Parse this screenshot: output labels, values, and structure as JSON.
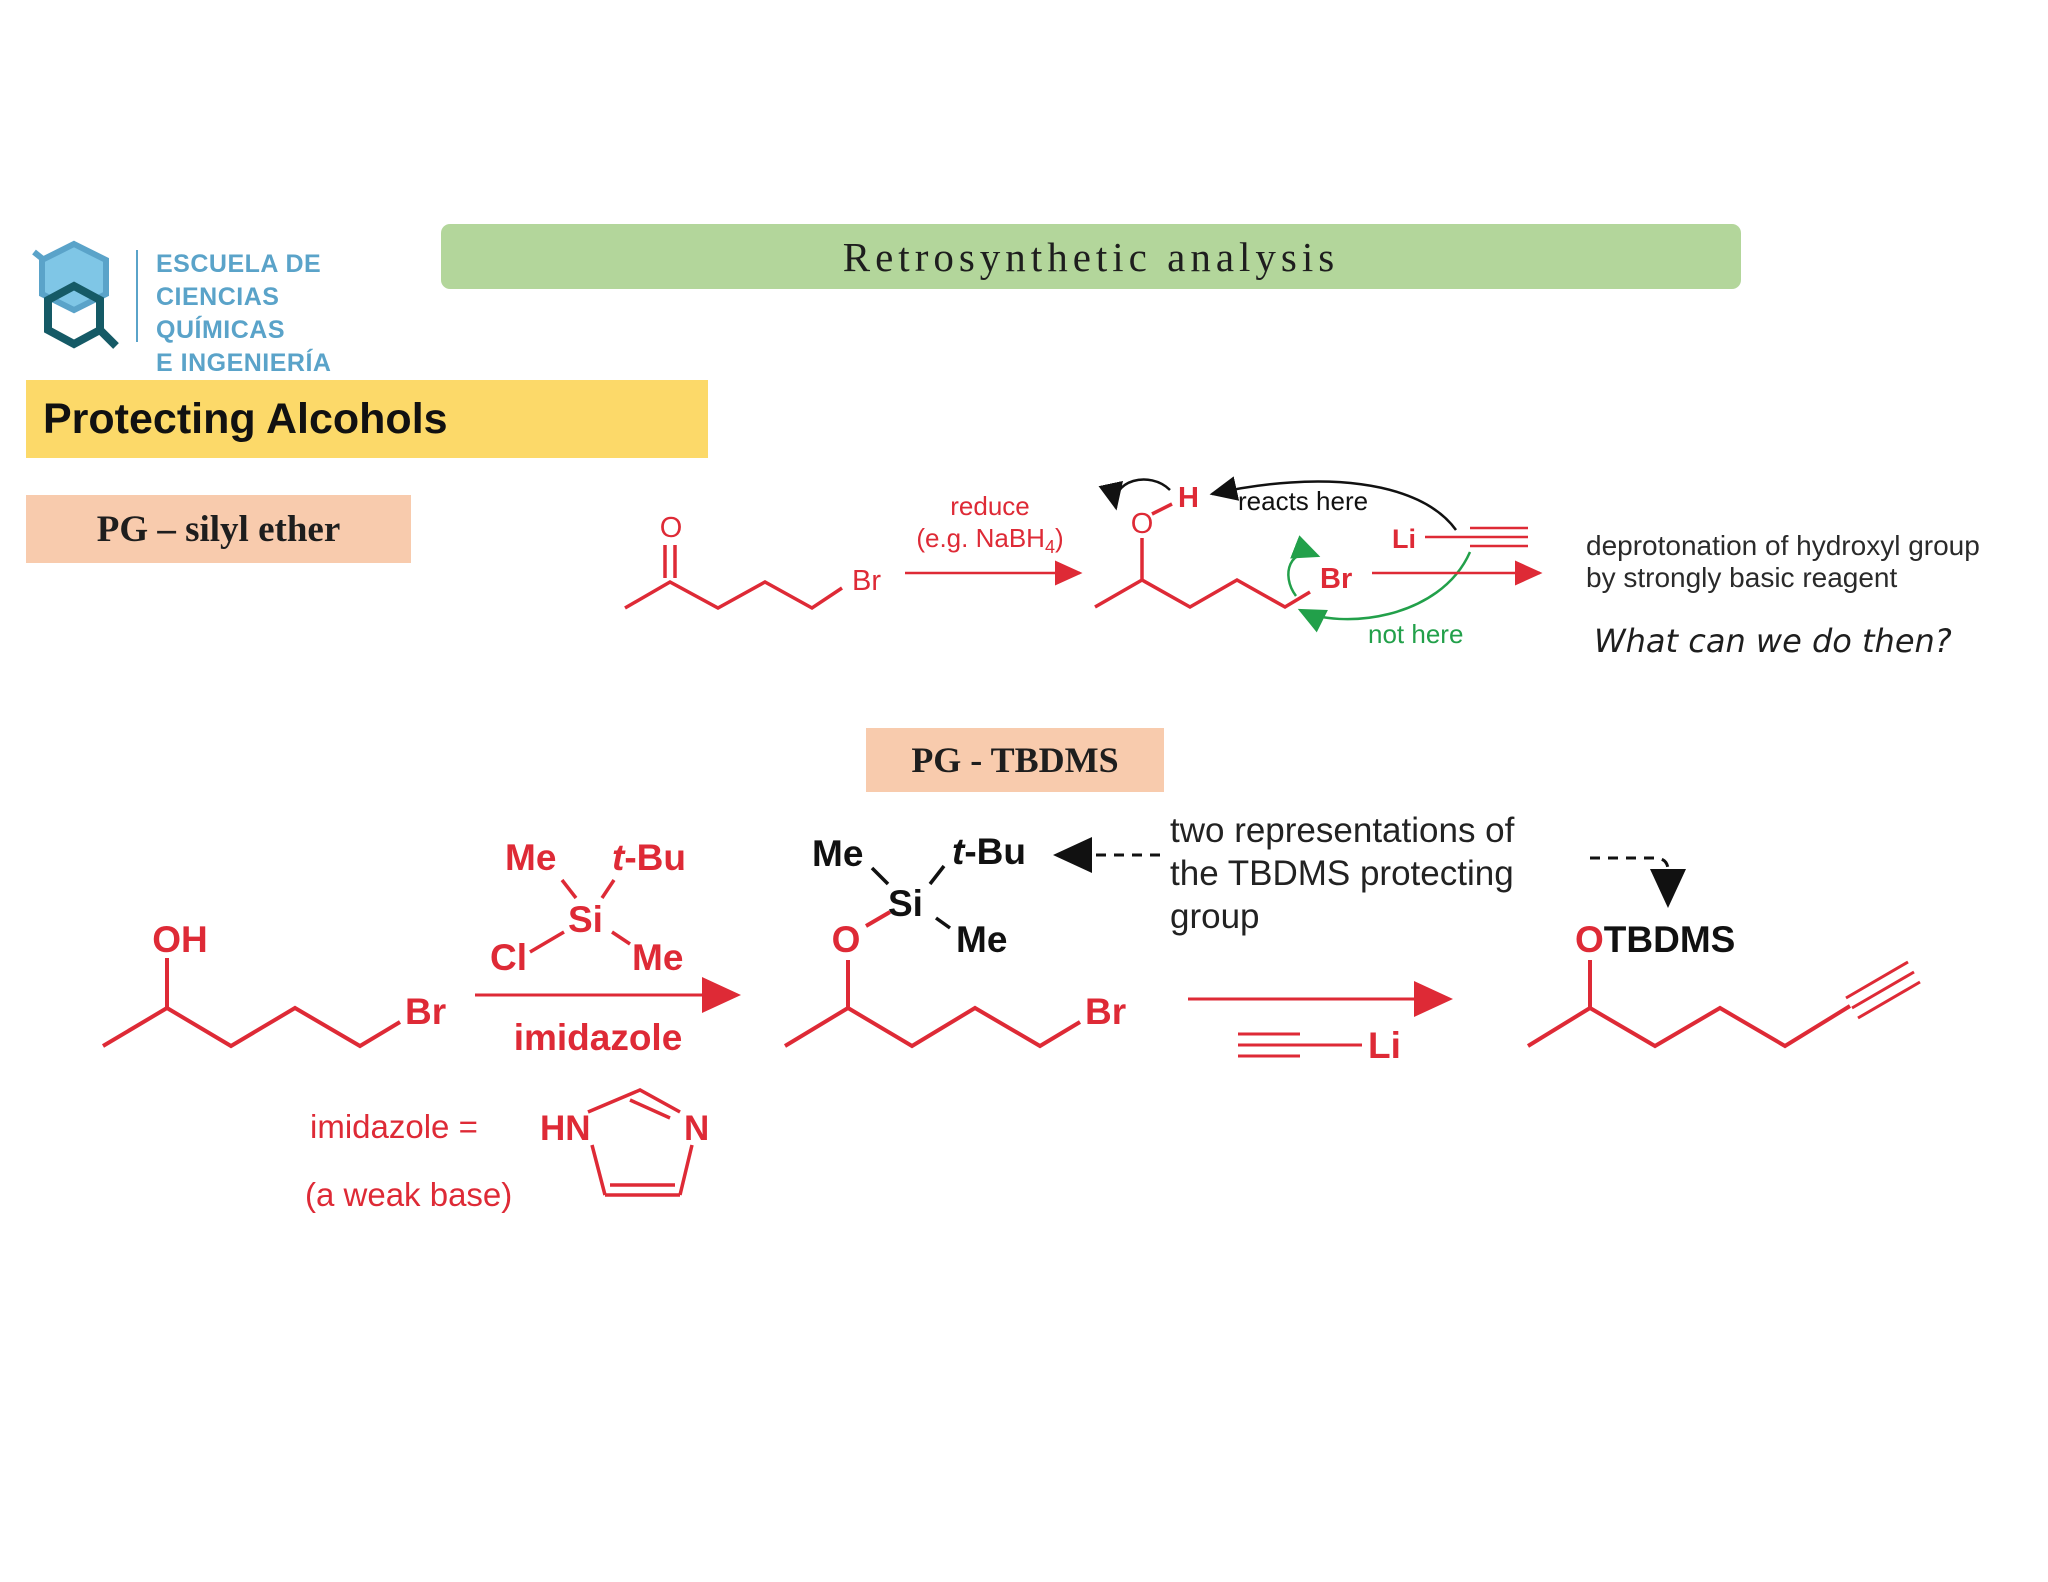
{
  "logo": {
    "lines": [
      "ESCUELA DE",
      "CIENCIAS QUÍMICAS",
      "E INGENIERÍA"
    ],
    "icon": "hexagon-molecule-logo-icon"
  },
  "header": {
    "title": "Retrosynthetic analysis"
  },
  "section": {
    "title": "Protecting Alcohols"
  },
  "pg_silyl": {
    "label": "PG – silyl ether"
  },
  "scheme1": {
    "reagent_line1": "reduce",
    "reagent_line2": "(e.g. NaBH",
    "reagent_sub": "4",
    "reagent_close": ")",
    "atom_O": "O",
    "atom_Br": "Br",
    "atom_H": "H",
    "atom_Li": "Li",
    "reacts_here": "reacts here",
    "not_here": "not here"
  },
  "notes": {
    "line1": "deprotonation of hydroxyl group",
    "line2": "by strongly basic reagent",
    "question": "What can we do then?"
  },
  "pg_tbdms": {
    "label": "PG - TBDMS"
  },
  "scheme2": {
    "atom_OH": "OH",
    "atom_Br": "Br",
    "atom_O": "O",
    "reagent_Me1": "Me",
    "reagent_tBu_t": "t",
    "reagent_tBu_rest": "-Bu",
    "reagent_Si": "Si",
    "reagent_Cl": "Cl",
    "reagent_Me2": "Me",
    "imidazole": "imidazole",
    "imidazole_eq": "imidazole =",
    "weak_base": "(a weak base)",
    "HN": "HN",
    "N": "N",
    "prod_Me": "Me",
    "prod_tBu_t": "t",
    "prod_tBu_rest": "-Bu",
    "prod_Si": "Si",
    "prod_Me2": "Me",
    "two_rep_line1": "two representations of",
    "two_rep_line2": "the TBDMS protecting",
    "two_rep_line3": "group",
    "final_O": "O",
    "final_TBDMS": "TBDMS",
    "Li": "Li"
  },
  "colors": {
    "red": "#de2a36",
    "green": "#22a04a",
    "title_bar": "#b3d69b",
    "section_bar": "#fcd969",
    "label_bar": "#f8cbad",
    "logo_blue": "#5aa3c9",
    "logo_dark": "#155a66"
  }
}
